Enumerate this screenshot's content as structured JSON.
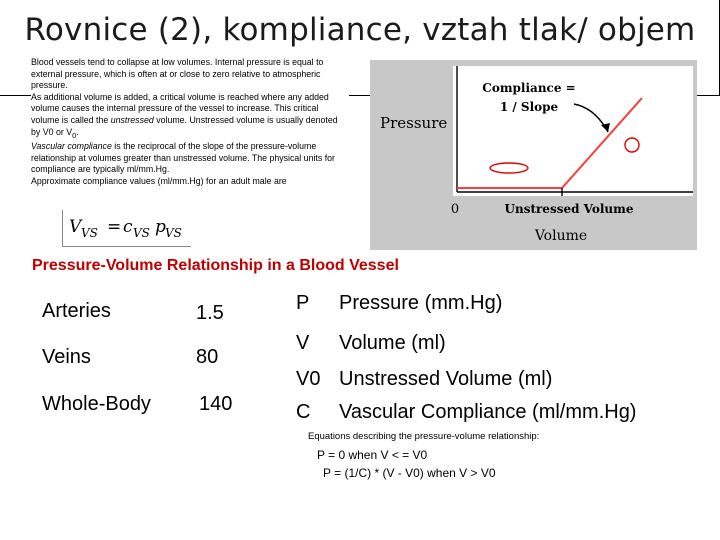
{
  "slide": {
    "title": "Rovnice (2), kompliance, vztah tlak/ objem",
    "description": [
      "Blood vessels tend to collapse at low volumes. Internal pressure is equal to external pressure, which is often at or close to zero relative to atmospheric pressure.",
      "As additional volume is added, a critical volume is reached where any added volume causes the internal pressure of the vessel to increase. This critical volume is called the",
      "unstressed",
      "volume. Unstressed volume is usually denoted by V0 or V",
      "0",
      ".",
      "Vascular compliance",
      "is the reciprocal of the slope of the pressure-volume relationship at volumes greater than unstressed volume. The physical units for compliance are typically ml/mm.Hg.",
      "Approximate compliance values (ml/mm.Hg) for an adult male are"
    ],
    "formula": {
      "lhs_var": "V",
      "lhs_sub": "VS",
      "eq": "=",
      "c_var": "c",
      "c_sub": "VS",
      "p_var": "p",
      "p_sub": "VS"
    },
    "graph": {
      "compliance_label_1": "Compliance =",
      "compliance_label_2": "1 / Slope",
      "y_axis_label": "Pressure",
      "origin_label": "0",
      "unstressed_label": "Unstressed Volume",
      "x_axis_label": "Volume"
    },
    "section_heading": "Pressure-Volume Relationship in a Blood Vessel",
    "compliance_values": [
      {
        "name": "Arteries",
        "value": "1.5"
      },
      {
        "name": "Veins",
        "value": "80"
      },
      {
        "name": "Whole-Body",
        "value": "140"
      }
    ],
    "legend": [
      {
        "symbol": "P",
        "meaning": "Pressure (mm.Hg)"
      },
      {
        "symbol": "V",
        "meaning": "Volume (ml)"
      },
      {
        "symbol": "V0",
        "meaning": "Unstressed Volume (ml)"
      },
      {
        "symbol": "C",
        "meaning": "Vascular Compliance (ml/mm.Hg)"
      }
    ],
    "equations_caption": "Equations describing the pressure-volume relationship:",
    "equation_1": "P = 0 when V < = V0",
    "equation_2": "P = (1/C) * (V - V0) when V > V0",
    "colors": {
      "accent_red": "#c00000",
      "graph_line": "#ff3b3b",
      "graph_bg": "#c8c8c8",
      "graph_plot": "#ffffff"
    }
  }
}
